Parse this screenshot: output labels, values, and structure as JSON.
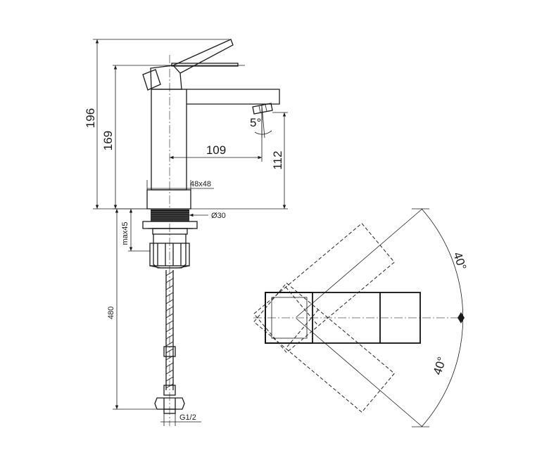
{
  "dimensions": {
    "total_height": "196",
    "body_height": "169",
    "spout_reach": "109",
    "spout_height": "112",
    "spout_angle": "5°",
    "body_size": "48x48",
    "hole_diameter": "Ø30",
    "max_deck": "max45",
    "hose_length": "480",
    "connection": "G1/2"
  },
  "rotation": {
    "angle_upper": "40°",
    "angle_lower": "40°"
  }
}
